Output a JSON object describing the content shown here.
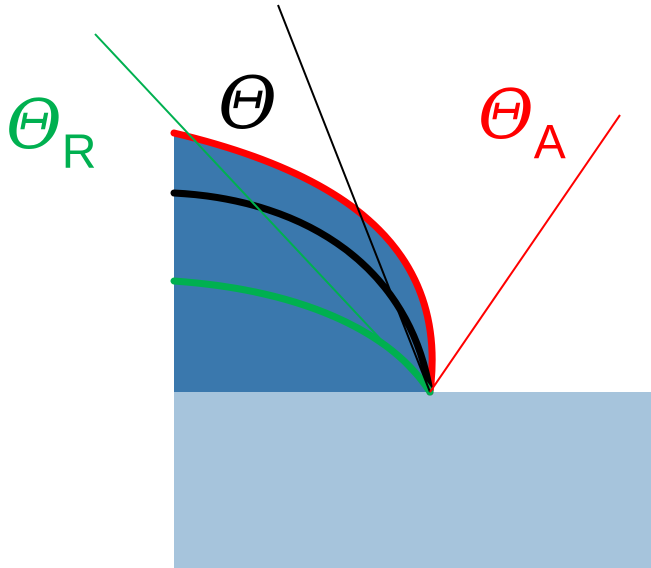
{
  "labels": {
    "receding": {
      "symbol": "Θ",
      "subscript": "R"
    },
    "equilibrium": {
      "symbol": "Θ"
    },
    "advancing": {
      "symbol": "Θ",
      "subscript": "A"
    }
  },
  "colors": {
    "receding": "#00b050",
    "equilibrium": "#000000",
    "advancing": "#ff0000",
    "droplet": "#3a78ad",
    "substrate": "#a6c4dc",
    "background": "#ffffff"
  }
}
